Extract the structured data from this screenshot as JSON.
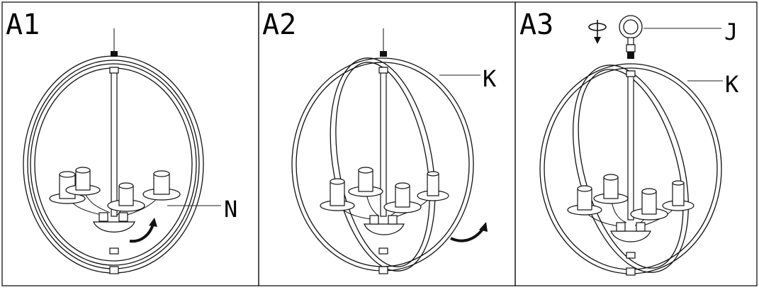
{
  "panels": [
    {
      "id": "A1",
      "label": "A1",
      "callouts": [
        "N"
      ]
    },
    {
      "id": "A2",
      "label": "A2",
      "callouts": [
        "K"
      ]
    },
    {
      "id": "A3",
      "label": "A3",
      "callouts": [
        "J",
        "K"
      ]
    }
  ],
  "icons": {
    "rotate_arrow": "curved-arrow-icon",
    "twist_down": "twist-down-arrow-icon",
    "ring_hook": "ring-hook-icon"
  }
}
